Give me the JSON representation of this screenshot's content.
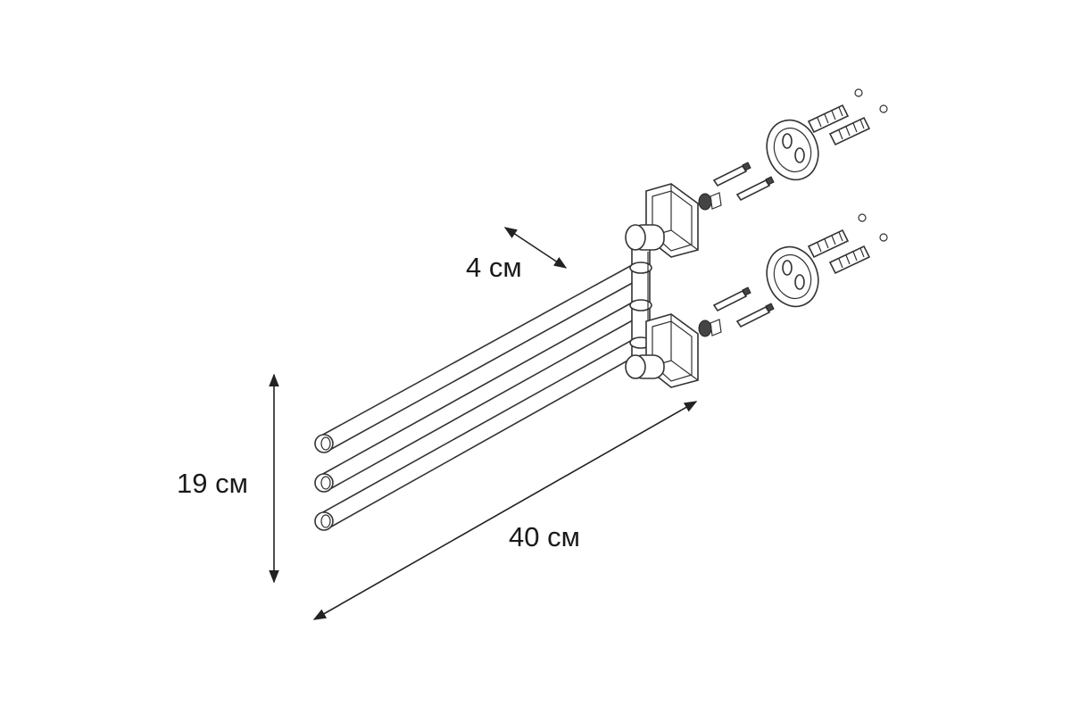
{
  "diagram": {
    "dimensions": {
      "depth_label": "4 см",
      "height_label": "19 см",
      "length_label": "40 см"
    }
  }
}
